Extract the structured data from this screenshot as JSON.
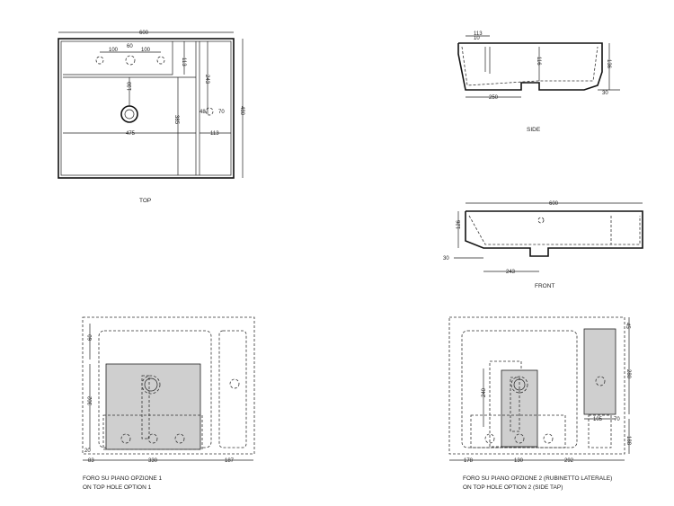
{
  "views": {
    "top": {
      "caption": "TOP",
      "dims": {
        "width": "600",
        "hole_left": "100",
        "hole_center": "60",
        "hole_right": "100",
        "d113a": "113",
        "d243": "243",
        "d385": "385",
        "d480": "480",
        "d130": "130",
        "d475": "475",
        "d113b": "113",
        "d48": "48",
        "d70": "70"
      }
    },
    "side": {
      "caption": "SIDE",
      "dims": {
        "d113": "113",
        "d10": "10",
        "d116": "116",
        "d136": "136",
        "d30": "30",
        "d250": "250"
      }
    },
    "front": {
      "caption": "FRONT",
      "dims": {
        "d600": "600",
        "d126": "126",
        "d30": "30",
        "d243": "243"
      }
    },
    "option1": {
      "caption_line1": "FORO SU PIANO OPZIONE 1",
      "caption_line2": "ON TOP HOLE OPTION 1",
      "dims": {
        "d60": "60",
        "d302": "302",
        "d20": "20",
        "d83": "83",
        "d330": "330",
        "d187": "187"
      }
    },
    "option2": {
      "caption_line1": "FORO SU PIANO OPZIONE 2 (RUBINETTO LATERALE)",
      "caption_line2": "ON TOP HOLE OPTION 2 (SIDE TAP)",
      "dims": {
        "d45": "45",
        "d280": "280",
        "d240": "240",
        "d105": "105",
        "d70": "70",
        "d188": "188",
        "d178": "178",
        "d130": "130",
        "d292": "292"
      }
    }
  }
}
